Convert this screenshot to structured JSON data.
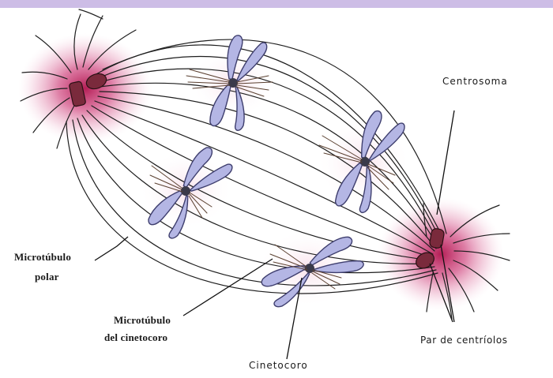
{
  "colors": {
    "top_bar": "#cdbde6",
    "halo": "#c2185b",
    "chromosome_fill": "#b4b6e4",
    "chromosome_stroke": "#3e3e6e",
    "centriole": "#7a2a3c",
    "line": "#1e1e1e"
  },
  "labels": {
    "centrosome": "Centrosoma",
    "polar_mt_line1": "Microtúbulo",
    "polar_mt_line2": "polar",
    "kinetochore_mt_line1": "Microtúbulo",
    "kinetochore_mt_line2": "del cinetocoro",
    "kinetochore": "Cinetocoro",
    "centriole_pair": "Par de centríolos"
  }
}
